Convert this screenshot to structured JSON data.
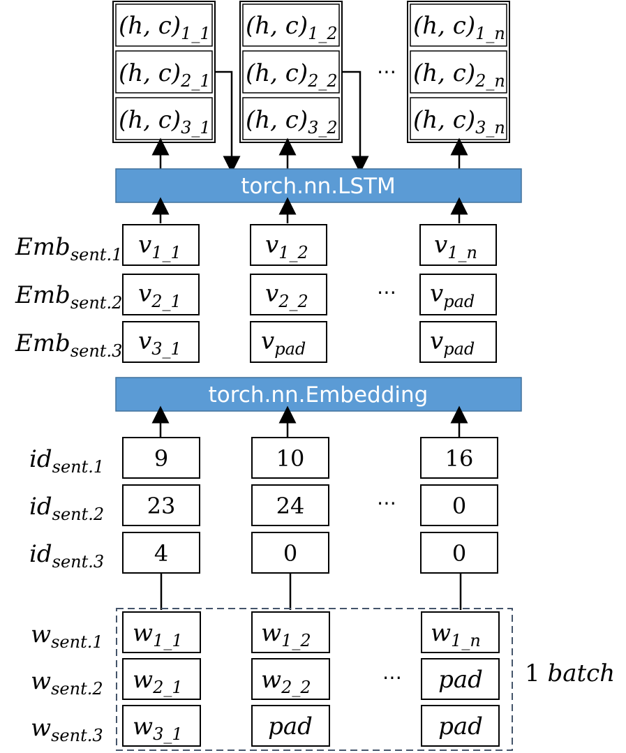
{
  "layers": {
    "lstm": "torch.nn.LSTM",
    "embedding": "torch.nn.Embedding"
  },
  "states": {
    "col1": [
      "(h, c)1_1",
      "(h, c)2_1",
      "(h, c)3_1"
    ],
    "col2": [
      "(h, c)1_2",
      "(h, c)2_2",
      "(h, c)3_2"
    ],
    "coln": [
      "(h, c)1_n",
      "(h, c)2_n",
      "(h, c)3_n"
    ]
  },
  "embeddings": {
    "row_labels": [
      "Emb_sent.1",
      "Emb_sent.2",
      "Emb_sent.3"
    ],
    "col1": [
      "v1_1",
      "v2_1",
      "v3_1"
    ],
    "col2": [
      "v1_2",
      "v2_2",
      "v_pad"
    ],
    "coln": [
      "v1_n",
      "v_pad",
      "v_pad"
    ]
  },
  "ids": {
    "row_labels": [
      "id_sent.1",
      "id_sent.2",
      "id_sent.3"
    ],
    "col1": [
      "9",
      "23",
      "4"
    ],
    "col2": [
      "10",
      "24",
      "0"
    ],
    "coln": [
      "16",
      "0",
      "0"
    ]
  },
  "words": {
    "row_labels": [
      "w_sent.1",
      "w_sent.2",
      "w_sent.3"
    ],
    "col1": [
      "w1_1",
      "w2_1",
      "w3_1"
    ],
    "col2": [
      "w1_2",
      "w2_2",
      "pad"
    ],
    "coln": [
      "w1_n",
      "pad",
      "pad"
    ]
  },
  "batch_label": "1 batch",
  "ellipsis": "⋯",
  "colors": {
    "band": "#5b9bd5",
    "dash": "#44546a"
  }
}
